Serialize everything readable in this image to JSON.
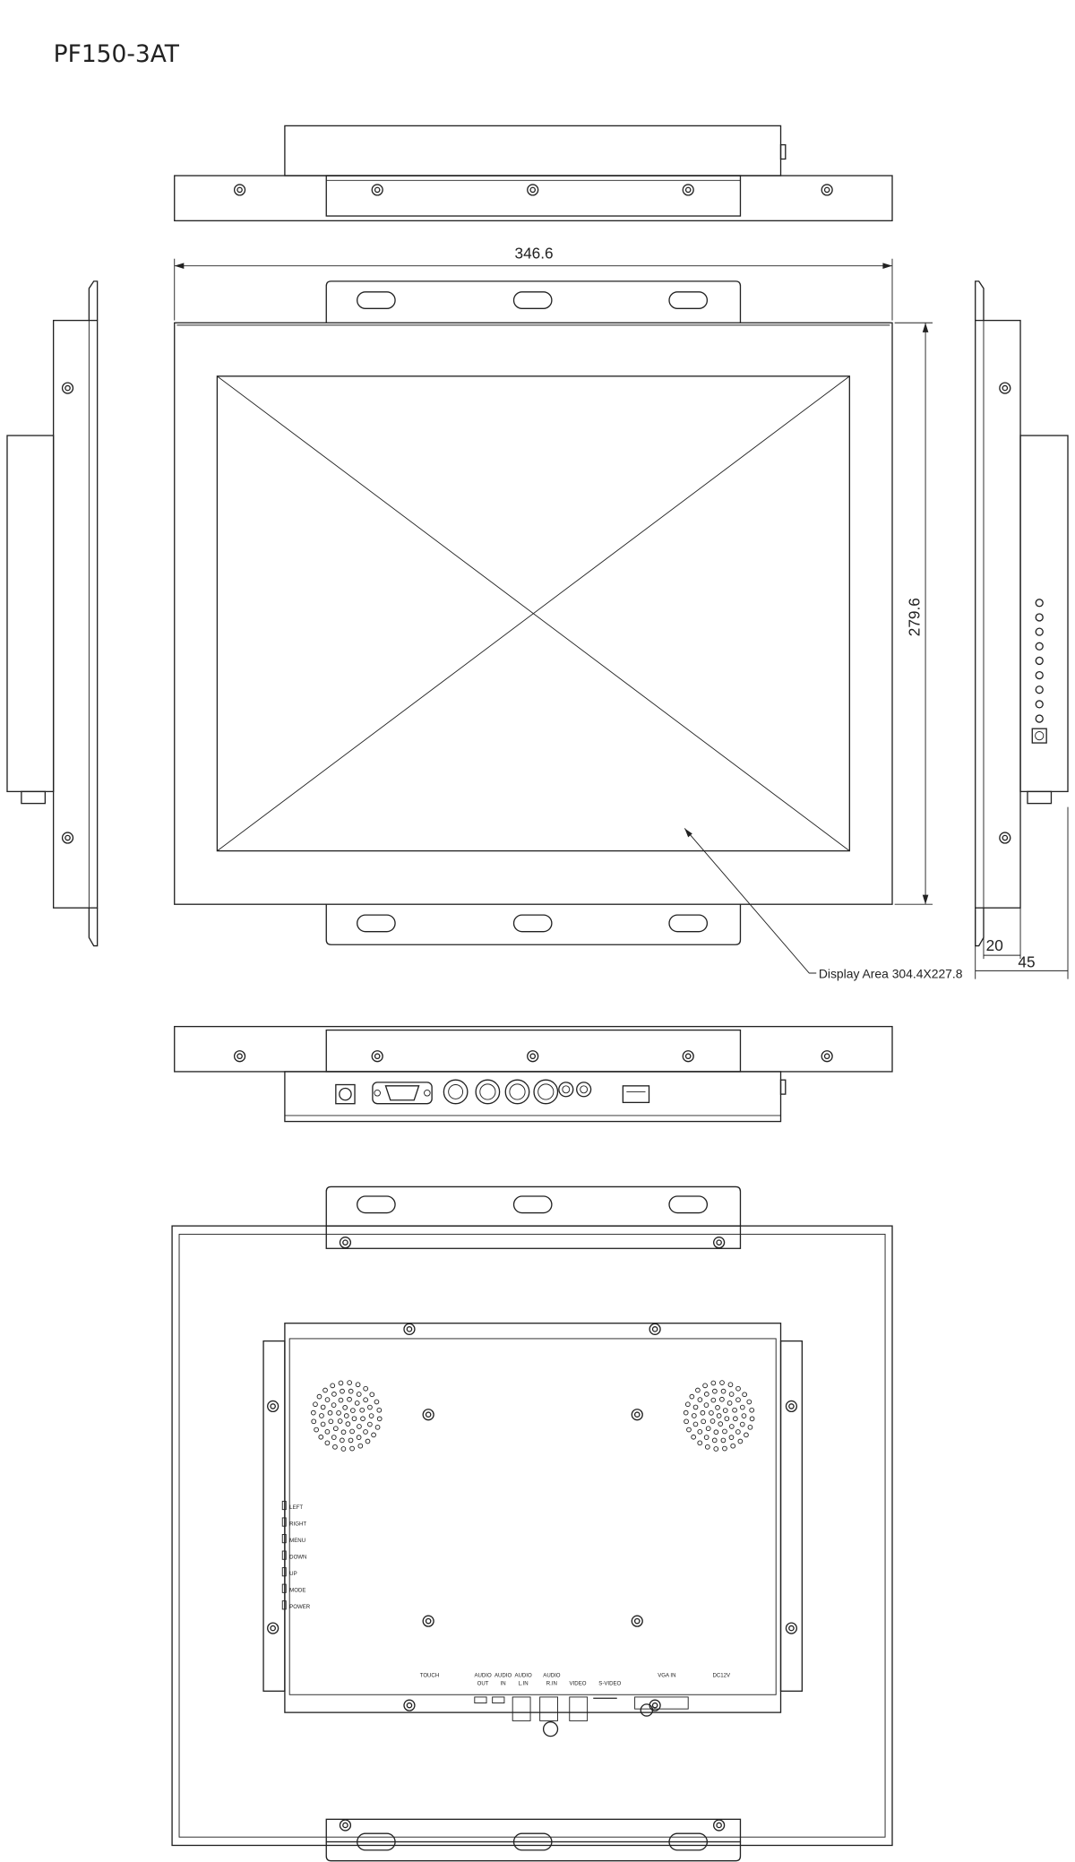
{
  "title": "PF150-3AT",
  "dimensions": {
    "width": "346.6",
    "height": "279.6",
    "depth_panel": "20",
    "depth_total": "45",
    "display_area": "Display Area 304.4X227.8"
  },
  "side_buttons": [
    "LEFT",
    "RIGHT",
    "MENU",
    "DOWN",
    "UP",
    "MODE",
    "POWER"
  ],
  "rear_ports": [
    {
      "line1": "TOUCH",
      "line2": ""
    },
    {
      "line1": "AUDIO",
      "line2": "OUT"
    },
    {
      "line1": "AUDIO",
      "line2": "IN"
    },
    {
      "line1": "AUDIO",
      "line2": "L.IN"
    },
    {
      "line1": "AUDIO",
      "line2": "R.IN"
    },
    {
      "line1": "",
      "line2": "VIDEO"
    },
    {
      "line1": "",
      "line2": "S-VIDEO"
    },
    {
      "line1": "VGA IN",
      "line2": ""
    },
    {
      "line1": "DC12V",
      "line2": ""
    }
  ],
  "colors": {
    "line": "#222222",
    "background": "#ffffff"
  }
}
